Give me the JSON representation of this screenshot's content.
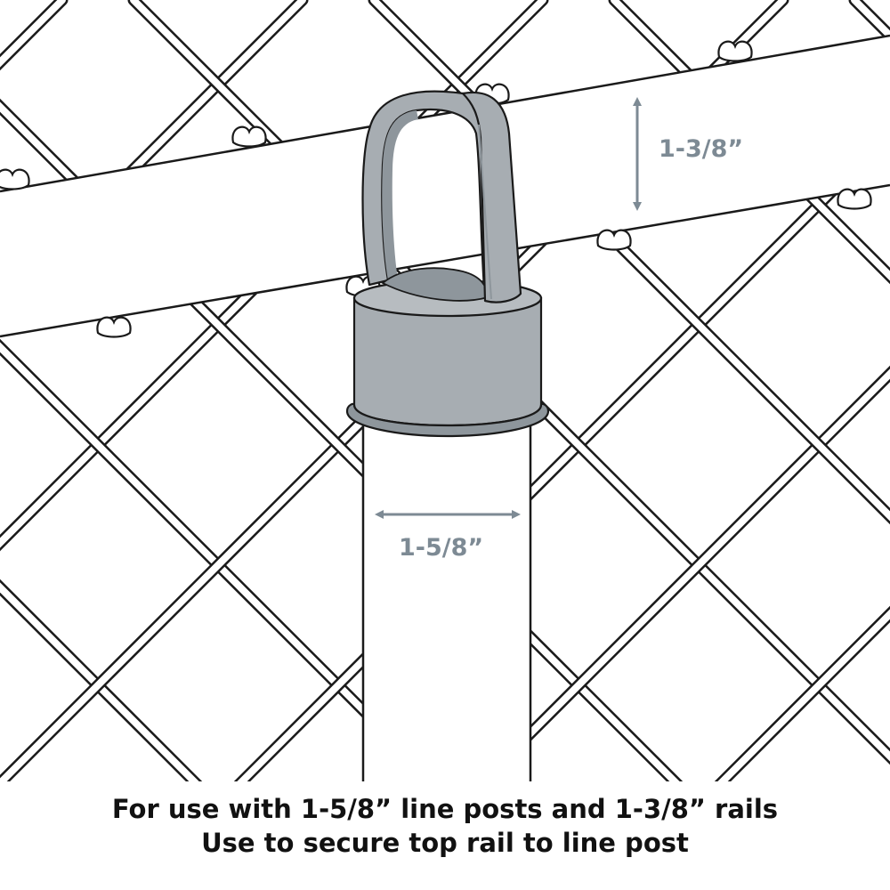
{
  "dimensions": {
    "rail_diameter": "1-3/8”",
    "post_diameter": "1-5/8”"
  },
  "caption": {
    "line1": "For use with 1-5/8” line posts and 1-3/8” rails",
    "line2": "Use to secure top rail to line post"
  },
  "colors": {
    "fitting": "#a7adb2",
    "fitting_dark": "#8e969c",
    "dimension_arrow": "#7d8a94",
    "outline": "#1a1a1a",
    "background": "#ffffff"
  }
}
